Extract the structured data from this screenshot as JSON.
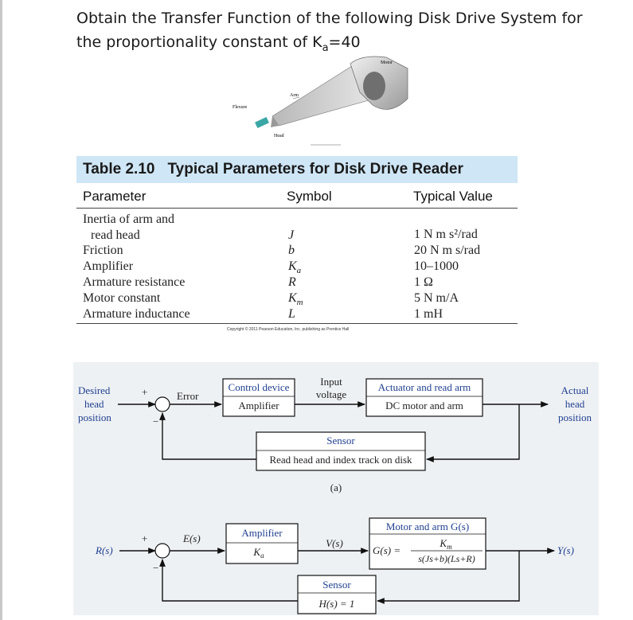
{
  "problem": {
    "line1": "Obtain the Transfer Function of the following Disk Drive System for",
    "line2_prefix": "the proportionality constant of K",
    "line2_sub": "a",
    "line2_suffix": "=40"
  },
  "figure": {
    "motor": "Motor",
    "arm": "Arm",
    "flexure": "Flexure",
    "head": "Head"
  },
  "table": {
    "number": "Table 2.10",
    "title": "Typical Parameters for Disk Drive Reader",
    "headers": {
      "parameter": "Parameter",
      "symbol": "Symbol",
      "value": "Typical Value"
    },
    "rows": [
      {
        "parameter": "Inertia of arm and",
        "symbol": "",
        "value": ""
      },
      {
        "parameter": "  read head",
        "symbol": "J",
        "value": "1 N m s²/rad"
      },
      {
        "parameter": "Friction",
        "symbol": "b",
        "value": "20 N m s/rad"
      },
      {
        "parameter": "Amplifier",
        "symbol": "K",
        "symbol_sub": "a",
        "value": "10–1000"
      },
      {
        "parameter": "Armature resistance",
        "symbol": "R",
        "value": "1 Ω"
      },
      {
        "parameter": "Motor constant",
        "symbol": "K",
        "symbol_sub": "m",
        "value": "5 N m/A"
      },
      {
        "parameter": "Armature inductance",
        "symbol": "L",
        "value": "1 mH"
      }
    ],
    "copyright": "Copyright © 2011 Pearson Education, Inc. publishing as Prentice Hall"
  },
  "diagram_a": {
    "input": [
      "Desired",
      "head",
      "position"
    ],
    "output": [
      "Actual",
      "head",
      "position"
    ],
    "plus": "+",
    "minus": "−",
    "error": "Error",
    "ctrl_box": [
      "Control device",
      "Amplifier"
    ],
    "voltage": [
      "Input",
      "voltage"
    ],
    "act_box": [
      "Actuator and read arm",
      "DC motor and arm"
    ],
    "sensor_box": [
      "Sensor",
      "Read head and index track on disk"
    ],
    "caption": "(a)"
  },
  "diagram_b": {
    "input": "R(s)",
    "output": "Y(s)",
    "plus": "+",
    "minus": "−",
    "error": "E(s)",
    "amp_box": [
      "Amplifier",
      "K",
      "a"
    ],
    "voltage": "V(s)",
    "motor_title": "Motor and arm G(s)",
    "g_label": "G(s) =",
    "g_num": "K",
    "g_num_sub": "m",
    "g_den": "s(Js+b)(Ls+R)",
    "sensor_box": [
      "Sensor",
      "H(s) = 1"
    ]
  },
  "colors": {
    "table_header_bg": "#cfe6f6",
    "diagram_label_blue": "#1f3f8f",
    "diagram_bg": "#eef1f4"
  }
}
